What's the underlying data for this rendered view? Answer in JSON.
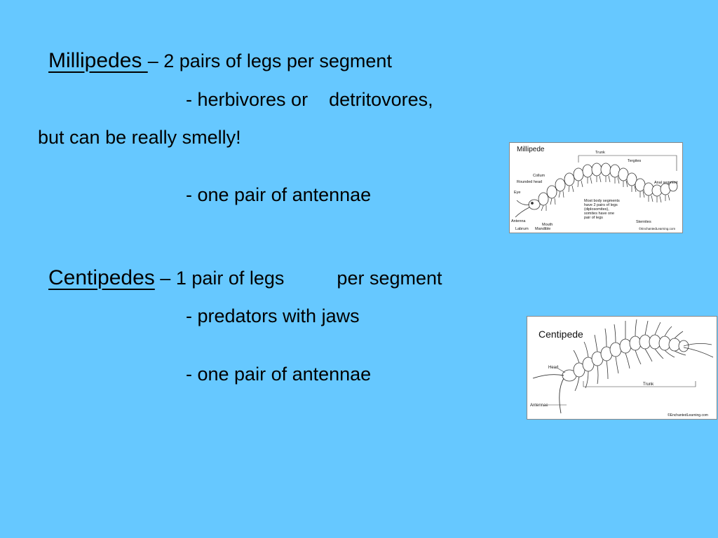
{
  "millipedes": {
    "heading": "Millipedes ",
    "rule": "– 2 pairs of legs per segment",
    "bullet1": "- herbivores or    detritovores,",
    "bullet1_cont": "but can be really smelly!",
    "bullet2": "- one pair of antennae"
  },
  "centipedes": {
    "heading": "Centipedes",
    "rule": " – 1 pair of legs          per segment",
    "bullet1": "- predators with jaws",
    "bullet2": "- one pair of antennae"
  },
  "millipede_figure": {
    "title": "Millipede",
    "labels": {
      "trunk": "Trunk",
      "tergites": "Tergites",
      "collum": "Collum",
      "rounded_head": "Rounded head",
      "eye": "Eye",
      "anal_segment": "Anal segment",
      "note_lines": [
        "Most body segments",
        "have 2 pairs of legs",
        "(diplosomites),",
        "somites have one",
        "pair of legs"
      ],
      "sternites": "Sternites",
      "antenna": "Antenna",
      "labrum": "Labrum",
      "mouth": "Mouth",
      "mandible": "Mandible"
    },
    "credit": "©EnchantedLearning.com"
  },
  "centipede_figure": {
    "title": "Centipede",
    "labels": {
      "head": "Head",
      "trunk": "Trunk",
      "antennae": "Antennae"
    },
    "credit": "©EnchantedLearning.com"
  }
}
